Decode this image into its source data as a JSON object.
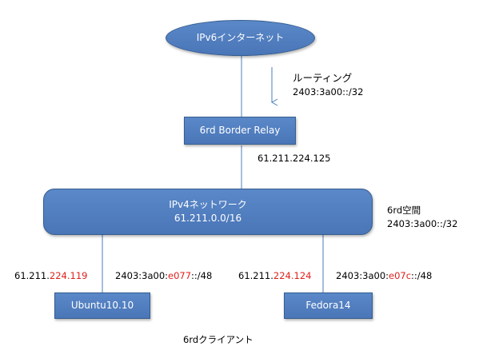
{
  "nodes": {
    "internet": "IPv6インターネット",
    "relay": "6rd Border Relay",
    "ipv4_title": "IPv4ネットワーク",
    "ipv4_prefix": "61.211.0.0/16",
    "ubuntu": "Ubuntu10.10",
    "fedora": "Fedora14"
  },
  "labels": {
    "routing_title": "ルーティング",
    "routing_prefix": "2403:3a00::/32",
    "relay_ip": "61.211.224.125",
    "space_title": "6rd空間",
    "space_prefix": "2403:3a00::/32",
    "ubuntu_ip": {
      "prefix": "61.211.",
      "highlight": "224.119"
    },
    "ubuntu_v6": {
      "prefix": "2403:3a00:",
      "highlight": "e077",
      "suffix": "::/48"
    },
    "fedora_ip": {
      "prefix": "61.211.",
      "highlight": "224.124"
    },
    "fedora_v6": {
      "prefix": "2403:3a00:",
      "highlight": "e07c",
      "suffix": "::/48"
    },
    "clients": "6rdクライアント"
  },
  "colors": {
    "node_fill": "#4f81bd",
    "node_border": "#385d8a",
    "connector": "#4a7ebb",
    "highlight": "#e0201c"
  }
}
